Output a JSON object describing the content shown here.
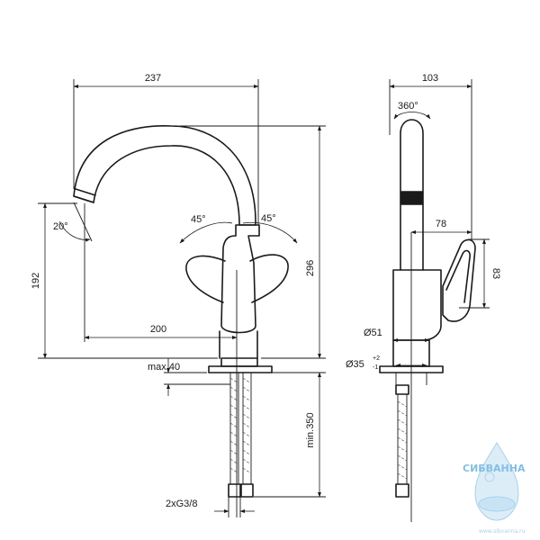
{
  "dimensions": {
    "total_width": "237",
    "side_width": "103",
    "rotation": "360°",
    "spout_angle": "20°",
    "lever_left_angle": "45°",
    "lever_right_angle": "45°",
    "height_192": "192",
    "height_296": "296",
    "reach_200": "200",
    "reach_78": "78",
    "lever_83": "83",
    "base_diameter": "Ø51",
    "hole_diameter": "Ø35",
    "hole_tol_plus": "+2",
    "hole_tol_minus": "-1",
    "max_deck": "max.40",
    "min_length": "min.350",
    "connections": "2xG3/8"
  },
  "watermark": {
    "brand": "СИБВАННА",
    "url": "www.sibvanna.ru"
  }
}
